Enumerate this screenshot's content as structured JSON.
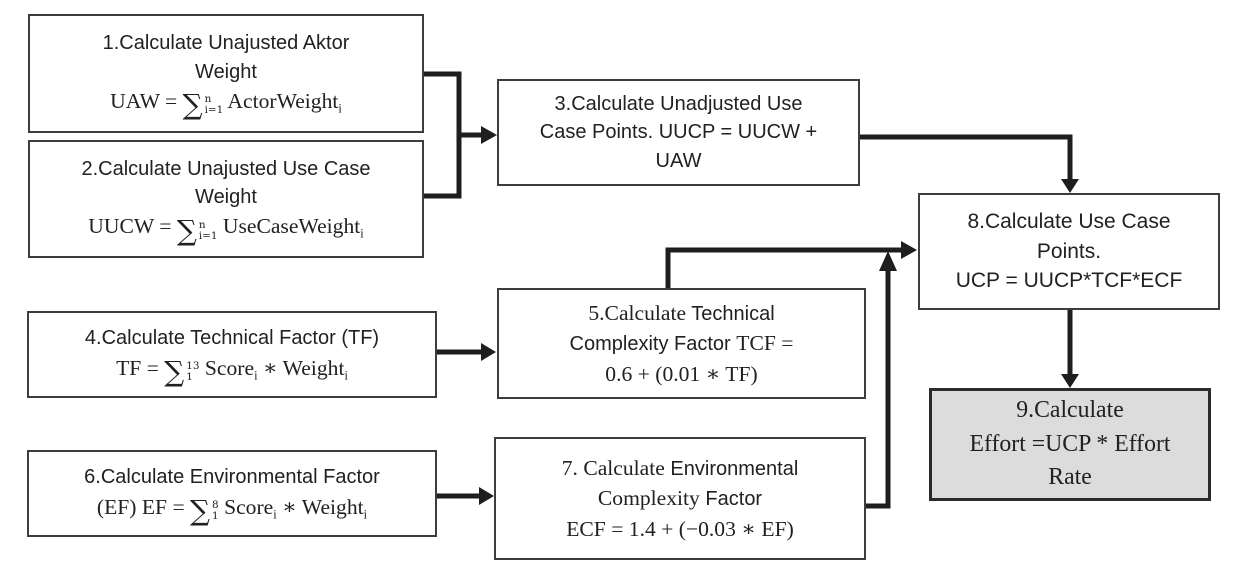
{
  "colors": {
    "box_fill": "#ffffff",
    "final_step_fill": "#dcdcdc",
    "box_border": "#3d3d3d",
    "final_step_border": "#2b2b2b",
    "connector": "#1e1e1e",
    "text": "#232020"
  },
  "flow": {
    "boxes": [
      {
        "step": "1",
        "lines": [
          {
            "segs": [
              {
                "k": "t",
                "f": "sans",
                "v": "1.Calculate Unajusted Aktor"
              }
            ]
          },
          {
            "segs": [
              {
                "k": "t",
                "f": "sans",
                "v": "Weight"
              }
            ]
          },
          {
            "segs": [
              {
                "k": "t",
                "f": "serif",
                "v": "UAW = "
              },
              {
                "k": "sum",
                "top": "n",
                "bot": "i=1"
              },
              {
                "k": "t",
                "f": "serif",
                "v": " ActorWeight"
              },
              {
                "k": "sub",
                "v": "i"
              }
            ]
          }
        ]
      },
      {
        "step": "2",
        "lines": [
          {
            "segs": [
              {
                "k": "t",
                "f": "sans",
                "v": "2.Calculate Unajusted Use Case"
              }
            ]
          },
          {
            "segs": [
              {
                "k": "t",
                "f": "sans",
                "v": "Weight"
              }
            ]
          },
          {
            "segs": [
              {
                "k": "t",
                "f": "serif",
                "v": "UUCW = "
              },
              {
                "k": "sum",
                "top": "n",
                "bot": "i=1"
              },
              {
                "k": "t",
                "f": "serif",
                "v": " UseCaseWeight"
              },
              {
                "k": "sub",
                "v": "i"
              }
            ]
          }
        ]
      },
      {
        "step": "3",
        "lines": [
          {
            "segs": [
              {
                "k": "t",
                "f": "sans",
                "v": "3.Calculate Unadjusted Use"
              }
            ]
          },
          {
            "segs": [
              {
                "k": "t",
                "f": "sans",
                "v": "Case Points. UUCP = UUCW +"
              }
            ]
          },
          {
            "segs": [
              {
                "k": "t",
                "f": "sans",
                "v": "UAW"
              }
            ]
          }
        ]
      },
      {
        "step": "4",
        "lines": [
          {
            "segs": [
              {
                "k": "t",
                "f": "sans",
                "v": "4.Calculate Technical Factor (TF)"
              }
            ]
          },
          {
            "segs": [
              {
                "k": "t",
                "f": "serif",
                "v": "TF = "
              },
              {
                "k": "sum",
                "top": "13",
                "bot": "1"
              },
              {
                "k": "t",
                "f": "serif",
                "v": " Score"
              },
              {
                "k": "sub",
                "v": "i"
              },
              {
                "k": "t",
                "f": "serif",
                "v": " ∗ Weight"
              },
              {
                "k": "sub",
                "v": "i"
              }
            ]
          }
        ]
      },
      {
        "step": "5",
        "lines": [
          {
            "segs": [
              {
                "k": "t",
                "f": "serif",
                "v": "5.Calculate"
              },
              {
                "k": "t",
                "f": "sans",
                "v": " Technical"
              }
            ]
          },
          {
            "segs": [
              {
                "k": "t",
                "f": "sans",
                "v": "Complexity Factor "
              },
              {
                "k": "t",
                "f": "serif",
                "v": "TCF ="
              }
            ]
          },
          {
            "segs": [
              {
                "k": "t",
                "f": "serif",
                "v": "0.6 + (0.01 ∗  TF)"
              }
            ]
          }
        ]
      },
      {
        "step": "6",
        "lines": [
          {
            "segs": [
              {
                "k": "t",
                "f": "sans",
                "v": "6.Calculate Environmental Factor"
              }
            ]
          },
          {
            "segs": [
              {
                "k": "t",
                "f": "serif",
                "v": "(EF)  EF = "
              },
              {
                "k": "sum",
                "top": "8",
                "bot": "1"
              },
              {
                "k": "t",
                "f": "serif",
                "v": " Score"
              },
              {
                "k": "sub",
                "v": "i"
              },
              {
                "k": "t",
                "f": "serif",
                "v": " ∗ Weight"
              },
              {
                "k": "sub",
                "v": "i"
              }
            ]
          }
        ]
      },
      {
        "step": "7",
        "lines": [
          {
            "segs": [
              {
                "k": "t",
                "f": "serif",
                "v": "7. Calculate"
              },
              {
                "k": "t",
                "f": "sans",
                "v": " Environmental"
              }
            ]
          },
          {
            "segs": [
              {
                "k": "t",
                "f": "serif",
                "v": "Complexity"
              },
              {
                "k": "t",
                "f": "sans",
                "v": " Factor"
              }
            ]
          },
          {
            "segs": [
              {
                "k": "t",
                "f": "serif",
                "v": "ECF = 1.4 + (−0.03 ∗  EF)"
              }
            ]
          }
        ]
      },
      {
        "step": "8",
        "lines": [
          {
            "segs": [
              {
                "k": "t",
                "f": "sans",
                "v": "8.Calculate Use Case"
              }
            ]
          },
          {
            "segs": [
              {
                "k": "t",
                "f": "sans",
                "v": "Points."
              }
            ]
          },
          {
            "segs": [
              {
                "k": "t",
                "f": "sans",
                "v": "UCP = UUCP*TCF*ECF"
              }
            ]
          }
        ]
      },
      {
        "step": "9",
        "lines": [
          {
            "segs": [
              {
                "k": "t",
                "f": "serif",
                "v": "9.Calculate"
              }
            ]
          },
          {
            "segs": [
              {
                "k": "t",
                "f": "serif",
                "v": "Effort =UCP * Effort"
              }
            ]
          },
          {
            "segs": [
              {
                "k": "t",
                "f": "serif",
                "v": "Rate"
              }
            ]
          }
        ]
      }
    ],
    "edges": [
      {
        "from": "1",
        "to": "3"
      },
      {
        "from": "2",
        "to": "3"
      },
      {
        "from": "3",
        "to": "8"
      },
      {
        "from": "4",
        "to": "5"
      },
      {
        "from": "5",
        "to": "8"
      },
      {
        "from": "6",
        "to": "7"
      },
      {
        "from": "7",
        "to": "8"
      },
      {
        "from": "8",
        "to": "9"
      }
    ]
  }
}
